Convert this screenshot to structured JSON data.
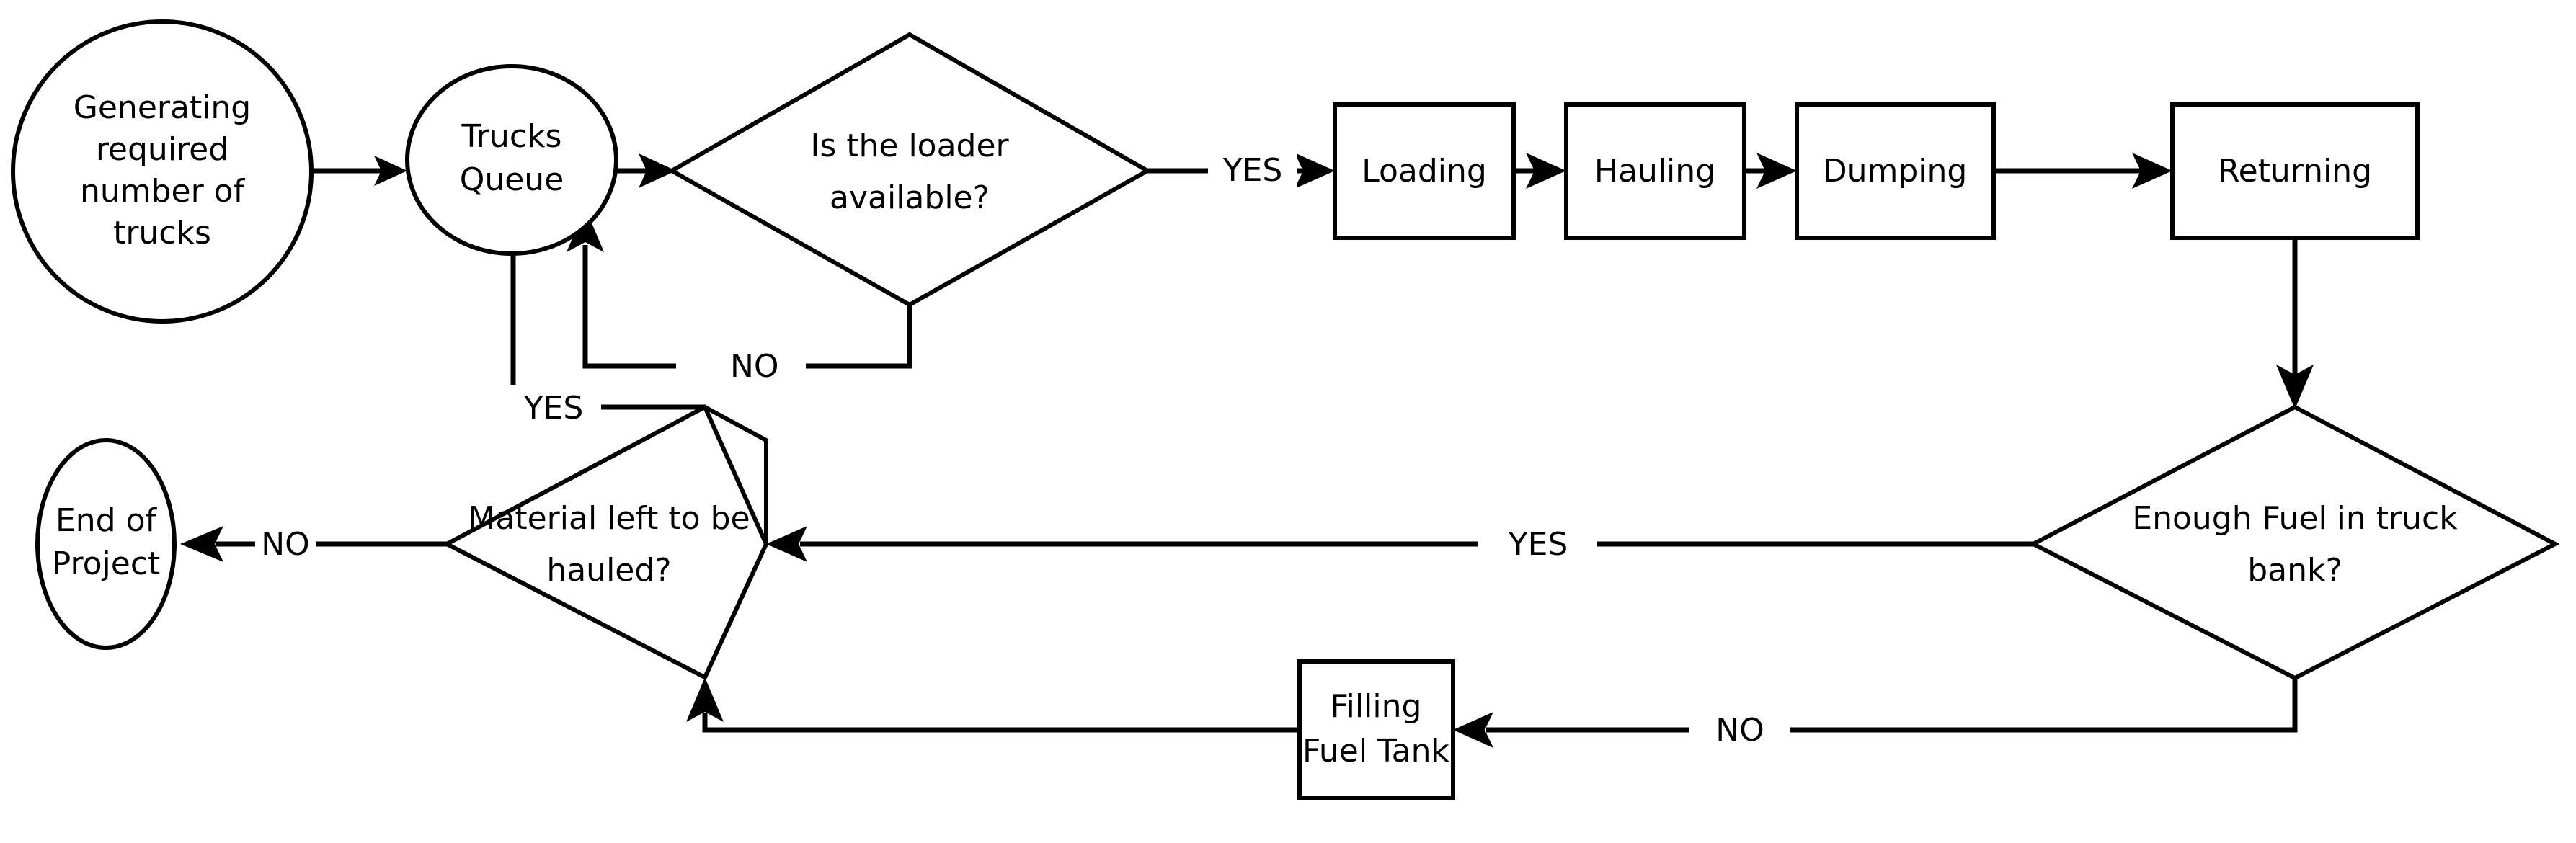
{
  "diagram": {
    "title": "Truck Hauling Simulation Flowchart",
    "type": "flowchart",
    "background_color": "#ffffff",
    "line_color": "#000000",
    "text_color": "#000000"
  },
  "nodes": {
    "start": {
      "shape": "ellipse",
      "label_line1": "Generating",
      "label_line2": "required",
      "label_line3": "number of",
      "label_line4": "trucks"
    },
    "trucks_queue": {
      "shape": "ellipse",
      "label_line1": "Trucks",
      "label_line2": "Queue"
    },
    "loader_decision": {
      "shape": "diamond",
      "label_line1": "Is the loader",
      "label_line2": "available?"
    },
    "loading": {
      "shape": "process",
      "label": "Loading"
    },
    "hauling": {
      "shape": "process",
      "label": "Hauling"
    },
    "dumping": {
      "shape": "process",
      "label": "Dumping"
    },
    "returning": {
      "shape": "process",
      "label": "Returning"
    },
    "fuel_decision": {
      "shape": "diamond",
      "label_line1": "Enough Fuel in truck",
      "label_line2": "bank?"
    },
    "material_decision": {
      "shape": "diamond",
      "label_line1": "Material left to be",
      "label_line2": "hauled?"
    },
    "filling_fuel_tank": {
      "shape": "process",
      "label_line1": "Filling",
      "label_line2": "Fuel Tank"
    },
    "end": {
      "shape": "ellipse",
      "label_line1": "End of",
      "label_line2": "Project"
    }
  },
  "edge_labels": {
    "loader_yes": "YES",
    "loader_no": "NO",
    "material_yes": "YES",
    "material_no": "NO",
    "fuel_yes": "YES",
    "fuel_no": "NO"
  },
  "edges": [
    {
      "from": "start",
      "to": "trucks_queue",
      "label": ""
    },
    {
      "from": "trucks_queue",
      "to": "loader_decision",
      "label": ""
    },
    {
      "from": "loader_decision",
      "to": "loading",
      "label": "YES"
    },
    {
      "from": "loader_decision",
      "to": "trucks_queue",
      "label": "NO"
    },
    {
      "from": "loading",
      "to": "hauling",
      "label": ""
    },
    {
      "from": "hauling",
      "to": "dumping",
      "label": ""
    },
    {
      "from": "dumping",
      "to": "returning",
      "label": ""
    },
    {
      "from": "returning",
      "to": "fuel_decision",
      "label": ""
    },
    {
      "from": "fuel_decision",
      "to": "material_decision",
      "label": "YES"
    },
    {
      "from": "fuel_decision",
      "to": "filling_fuel_tank",
      "label": "NO"
    },
    {
      "from": "filling_fuel_tank",
      "to": "material_decision",
      "label": ""
    },
    {
      "from": "material_decision",
      "to": "trucks_queue",
      "label": "YES"
    },
    {
      "from": "material_decision",
      "to": "end",
      "label": "NO"
    }
  ]
}
